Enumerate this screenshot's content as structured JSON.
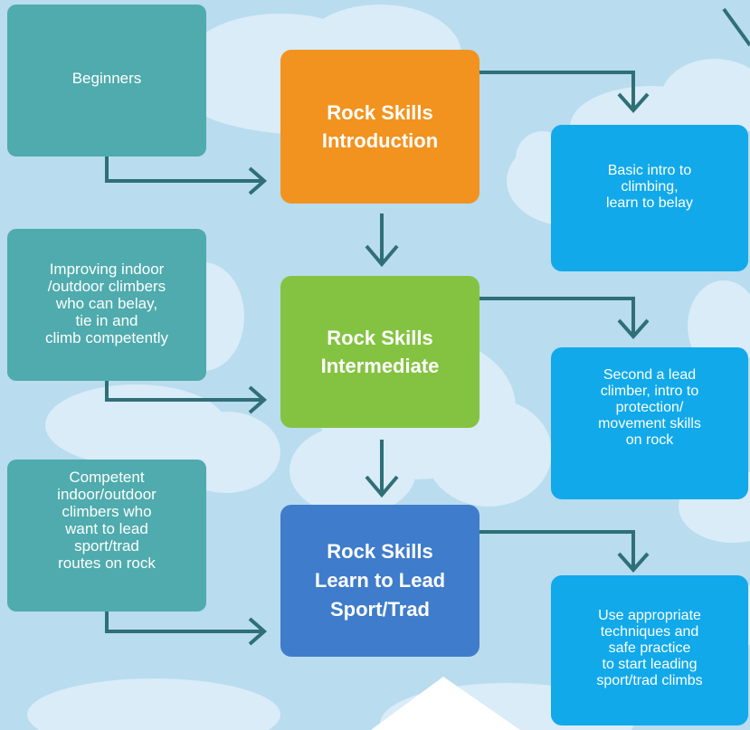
{
  "colors": {
    "background": "#b9dcef",
    "cloud": "#d9ecf7",
    "audience_box": "#4fabad",
    "intro_box": "#f2931f",
    "intermediate_box": "#84c341",
    "lead_box": "#3f7ccb",
    "outcome_box": "#11a9ea",
    "arrow": "#2f6f78"
  },
  "levels": [
    {
      "audience": "Beginners",
      "course": "Rock Skills\nIntroduction",
      "outcome": "Basic intro to\nclimbing,\nlearn to belay"
    },
    {
      "audience": "Improving indoor\n/outdoor climbers\nwho can belay,\ntie in and\nclimb competently",
      "course": "Rock Skills\nIntermediate",
      "outcome": "Second a lead\nclimber, intro to\nprotection/\nmovement skills\non rock"
    },
    {
      "audience": "Competent\nindoor/outdoor\nclimbers who\nwant to lead\nsport/trad\nroutes on rock",
      "course": "Rock Skills\nLearn to Lead\nSport/Trad",
      "outcome": "Use appropriate\ntechniques and\nsafe practice\nto start leading\nsport/trad climbs"
    }
  ]
}
